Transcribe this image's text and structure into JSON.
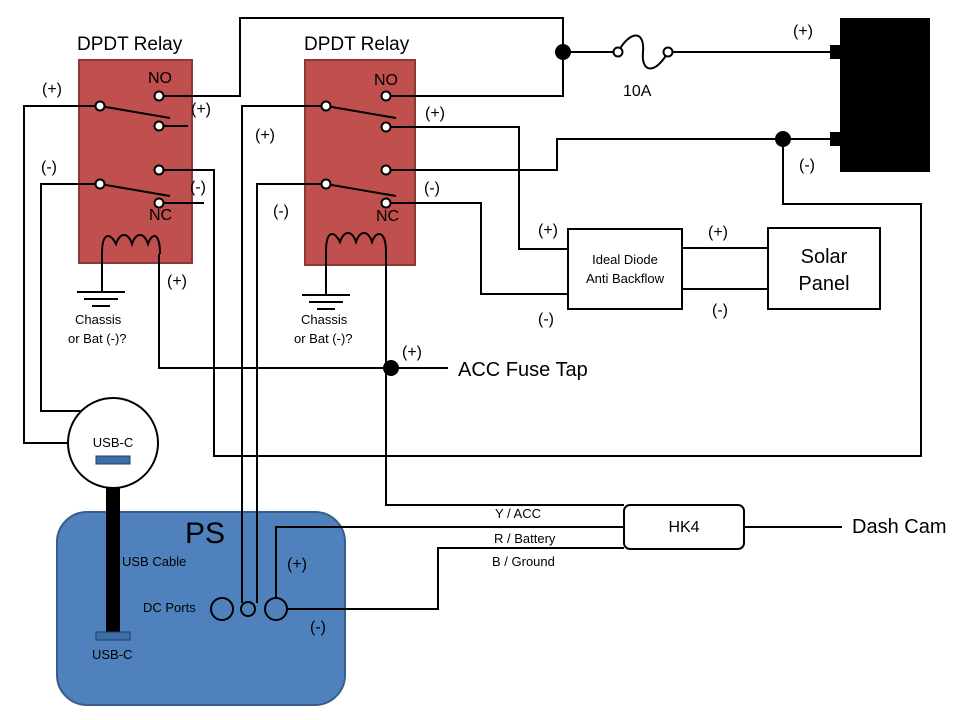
{
  "relay_left": {
    "title": "DPDT Relay",
    "no": "NO",
    "nc": "NC",
    "com_pos": "(+)",
    "com_neg": "(-)",
    "no_pos": "(+)",
    "nc_neg": "(-)",
    "coil_pos": "(+)",
    "ground_line1": "Chassis",
    "ground_line2": "or Bat (-)?"
  },
  "relay_right": {
    "title": "DPDT Relay",
    "no": "NO",
    "nc": "NC",
    "com_pos": "(+)",
    "com_neg": "(-)",
    "no_pos": "(+)",
    "nc_neg": "(-)",
    "coil_pos": "(+)",
    "ground_line1": "Chassis",
    "ground_line2": "or Bat (-)?"
  },
  "fuse": {
    "label": "10A"
  },
  "battery": {
    "pos": "(+)",
    "neg": "(-)"
  },
  "diode": {
    "line1": "Ideal Diode",
    "line2": "Anti Backflow",
    "in_pos": "(+)",
    "in_neg": "(-)",
    "out_pos": "(+)",
    "out_neg": "(-)"
  },
  "solar": {
    "line1": "Solar",
    "line2": "Panel"
  },
  "acc": {
    "label": "ACC Fuse Tap",
    "pos": "(+)"
  },
  "usbc_top": {
    "label": "USB-C"
  },
  "ps": {
    "title": "PS",
    "cable": "USB Cable",
    "dc_ports": "DC Ports",
    "usbc": "USB-C",
    "port_pos": "(+)",
    "port_neg": "(-)"
  },
  "hk4": {
    "label": "HK4",
    "wire_y": "Y / ACC",
    "wire_r": "R / Battery",
    "wire_b": "B / Ground"
  },
  "dashcam": {
    "label": "Dash Cam"
  },
  "colors": {
    "relay_fill": "#C0504D",
    "relay_stroke": "#8C3836",
    "ps_fill": "#4F81BD",
    "ps_stroke": "#385D8A",
    "usb_fill": "#3F6FA8"
  }
}
